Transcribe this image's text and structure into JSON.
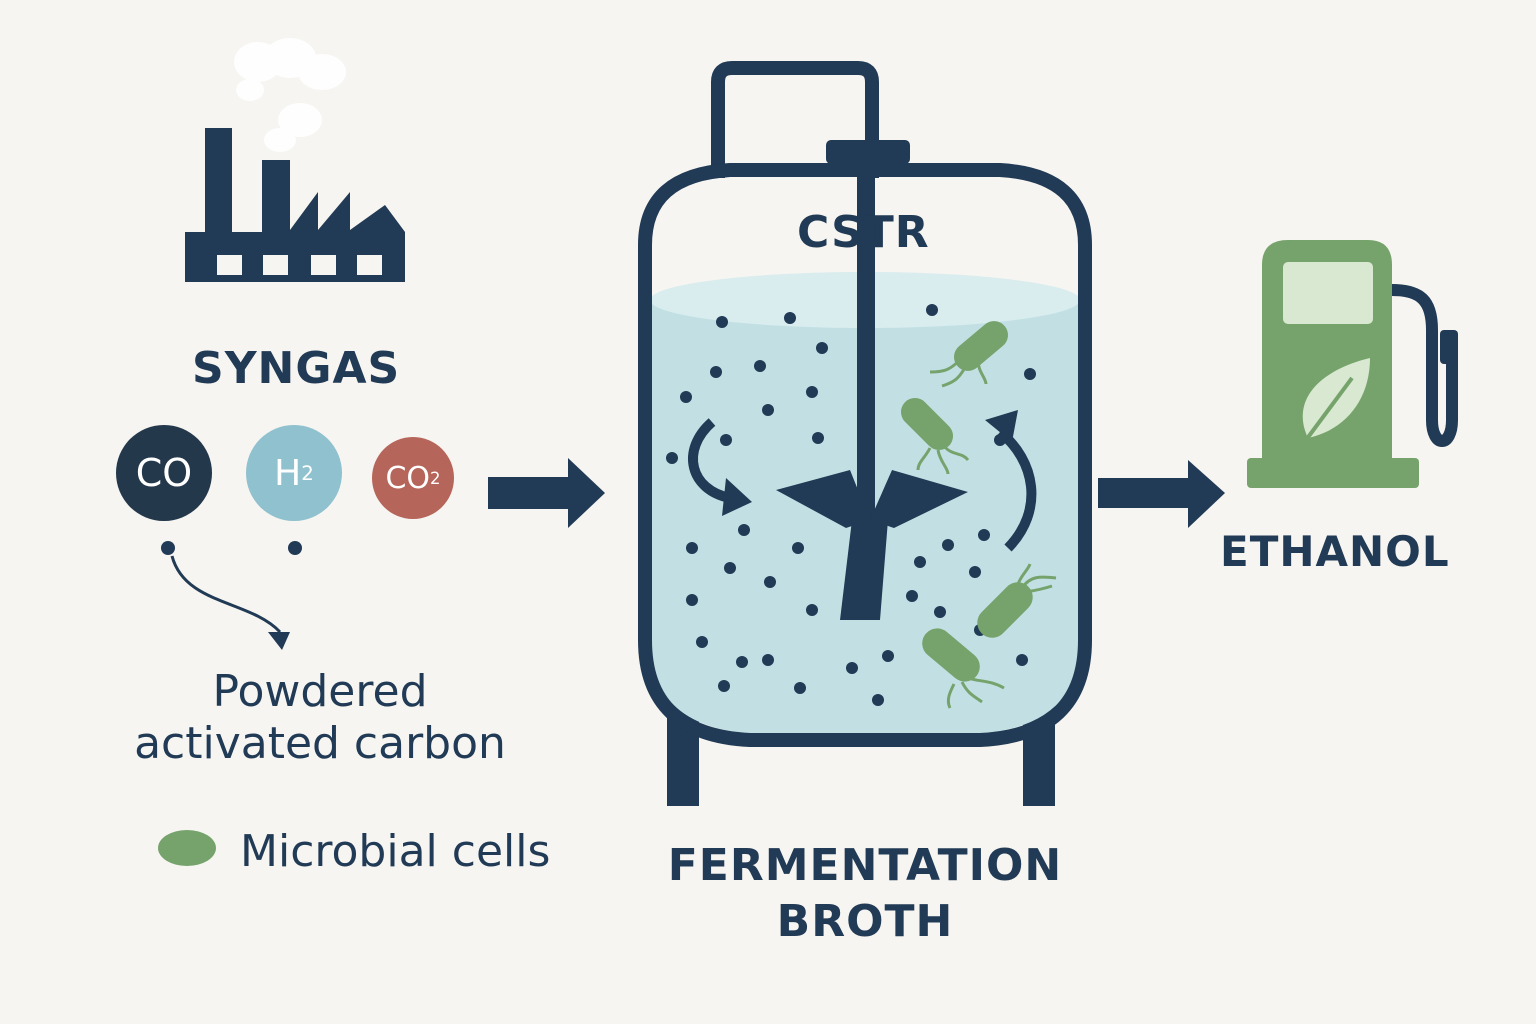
{
  "labels": {
    "syngas": "SYNGAS",
    "cstr": "CSTR",
    "ethanol": "ETHANOL",
    "pac_line1": "Powdered",
    "pac_line2": "activated carbon",
    "cells": "Microbial cells",
    "broth_line1": "FERMENTATION",
    "broth_line2": "BROTH"
  },
  "gases": {
    "co": {
      "text": "CO",
      "sub": ""
    },
    "h2": {
      "text": "H",
      "sub": "2"
    },
    "co2": {
      "text": "CO",
      "sub": "2"
    }
  },
  "colors": {
    "navy": "#213a55",
    "broth": "#c2e0e4",
    "broth_top": "#d9ecee",
    "green": "#76a36c",
    "co": "#24384b",
    "h2": "#8fc1cf",
    "co2": "#b56559",
    "background": "#f7f5f1"
  },
  "icons": [
    "factory-icon",
    "smoke-icon",
    "arrow-right-icon",
    "impeller-icon",
    "fuel-pump-icon",
    "leaf-icon",
    "bacterium-icon",
    "curved-arrow-icon"
  ]
}
